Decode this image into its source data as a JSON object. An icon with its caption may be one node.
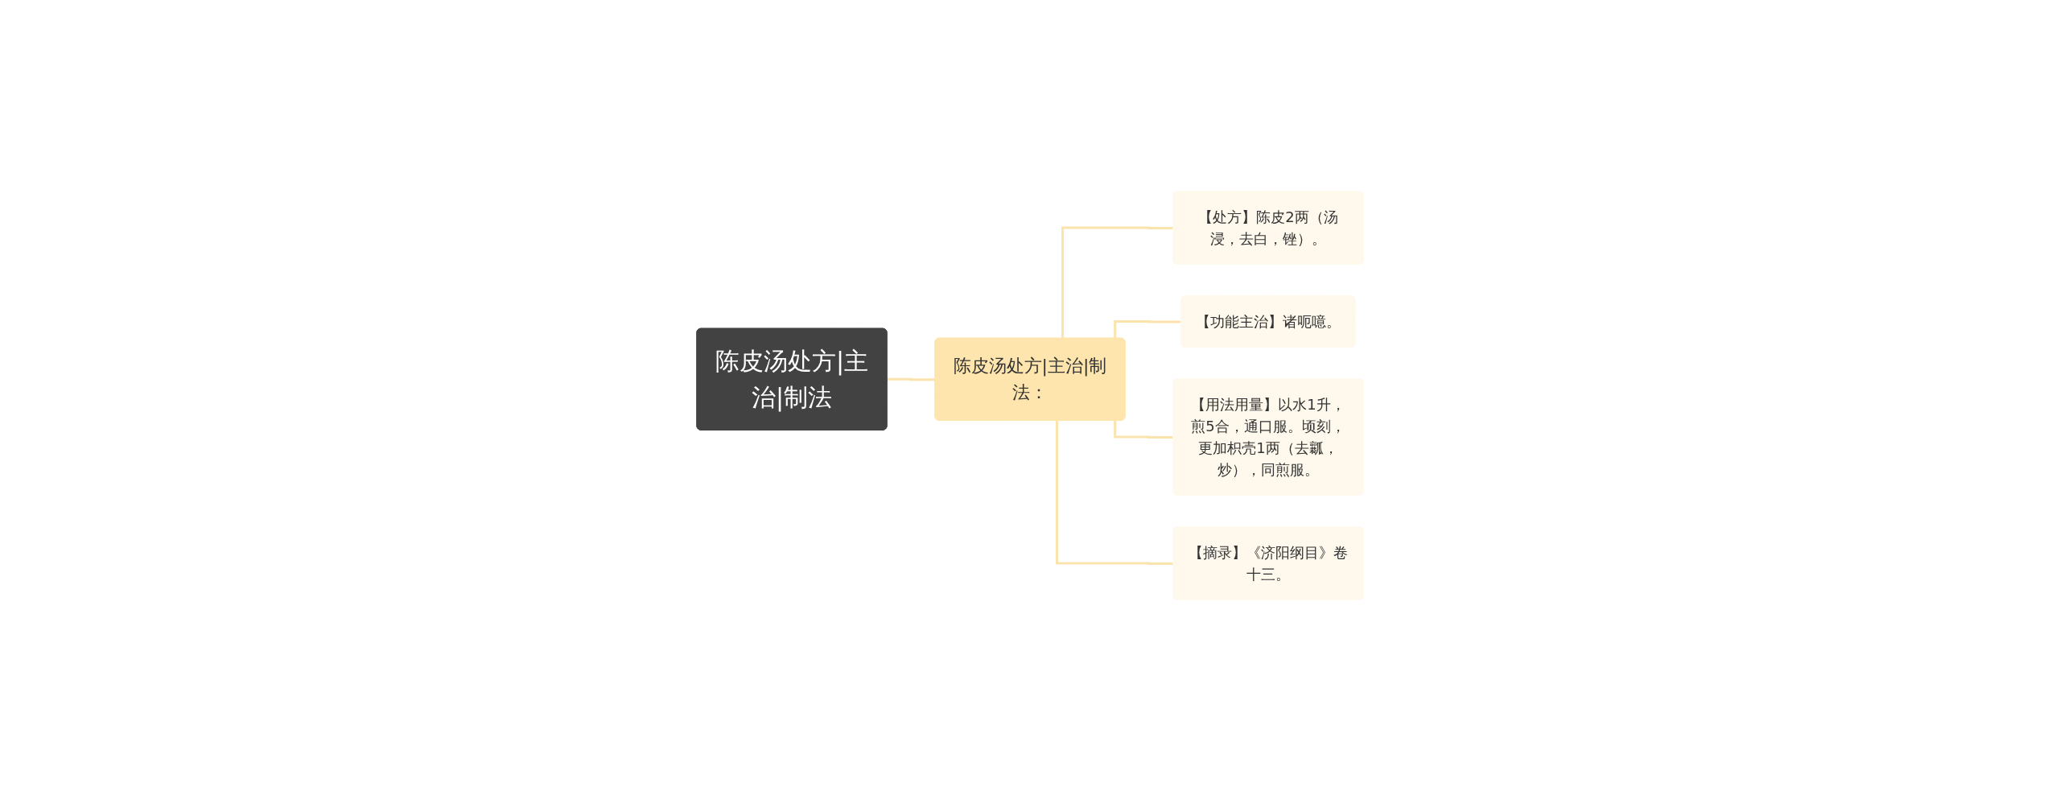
{
  "diagram": {
    "nodes": [
      {
        "text": [
          "陈皮汤处方|主治|制法"
        ]
      },
      {
        "text": [
          "陈皮汤处方|主治|制法："
        ]
      },
      {
        "text": [
          "【处方】陈皮2两（汤浸，去白，锉）。"
        ]
      },
      {
        "text": [
          "【功能主治】诸呃噫。"
        ]
      },
      {
        "text": [
          "【用法用量】以水1升，煎5合，通口服。顷刻，更加枳壳1两（去瓤，炒），同煎服。"
        ]
      },
      {
        "text": [
          "【摘录】《济阳纲目》卷十三。"
        ]
      }
    ],
    "edges": [
      {
        "from": 0,
        "to": 1,
        "arrow": "none"
      },
      {
        "from": 1,
        "to": 2,
        "arrow": "none"
      },
      {
        "from": 1,
        "to": 3,
        "arrow": "none"
      },
      {
        "from": 1,
        "to": 4,
        "arrow": "none"
      },
      {
        "from": 1,
        "to": 5,
        "arrow": "none"
      }
    ]
  }
}
